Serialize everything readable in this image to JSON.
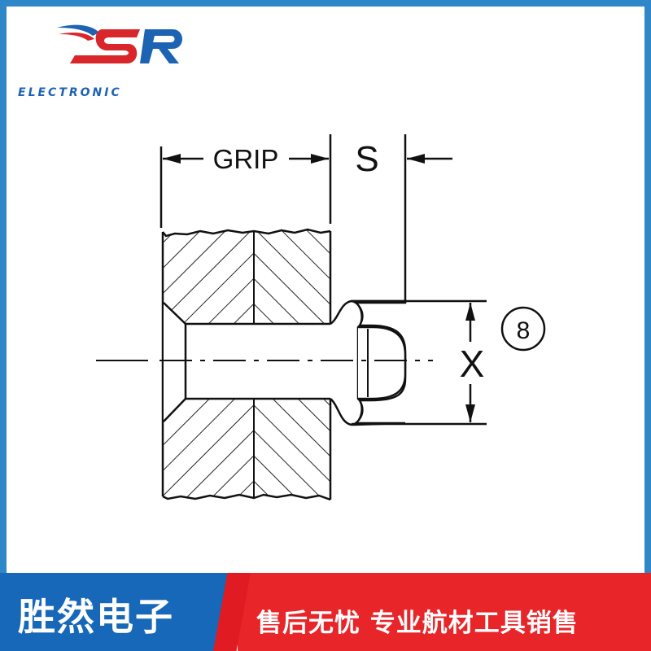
{
  "brand": {
    "logo_mark": "SR",
    "logo_text": "ELECTRONIC"
  },
  "diagram": {
    "grip_label": "GRIP",
    "s_label": "S",
    "x_label": "X",
    "callout_number": "8"
  },
  "footer": {
    "company_name": "胜然电子",
    "slogan": "售后无忧  专业航材工具销售"
  },
  "colors": {
    "frame": "#2f86c9",
    "footer_blue": "#1768b9",
    "footer_red": "#e8262a",
    "logo_blue": "#1d63b3",
    "logo_red": "#d9262b"
  }
}
